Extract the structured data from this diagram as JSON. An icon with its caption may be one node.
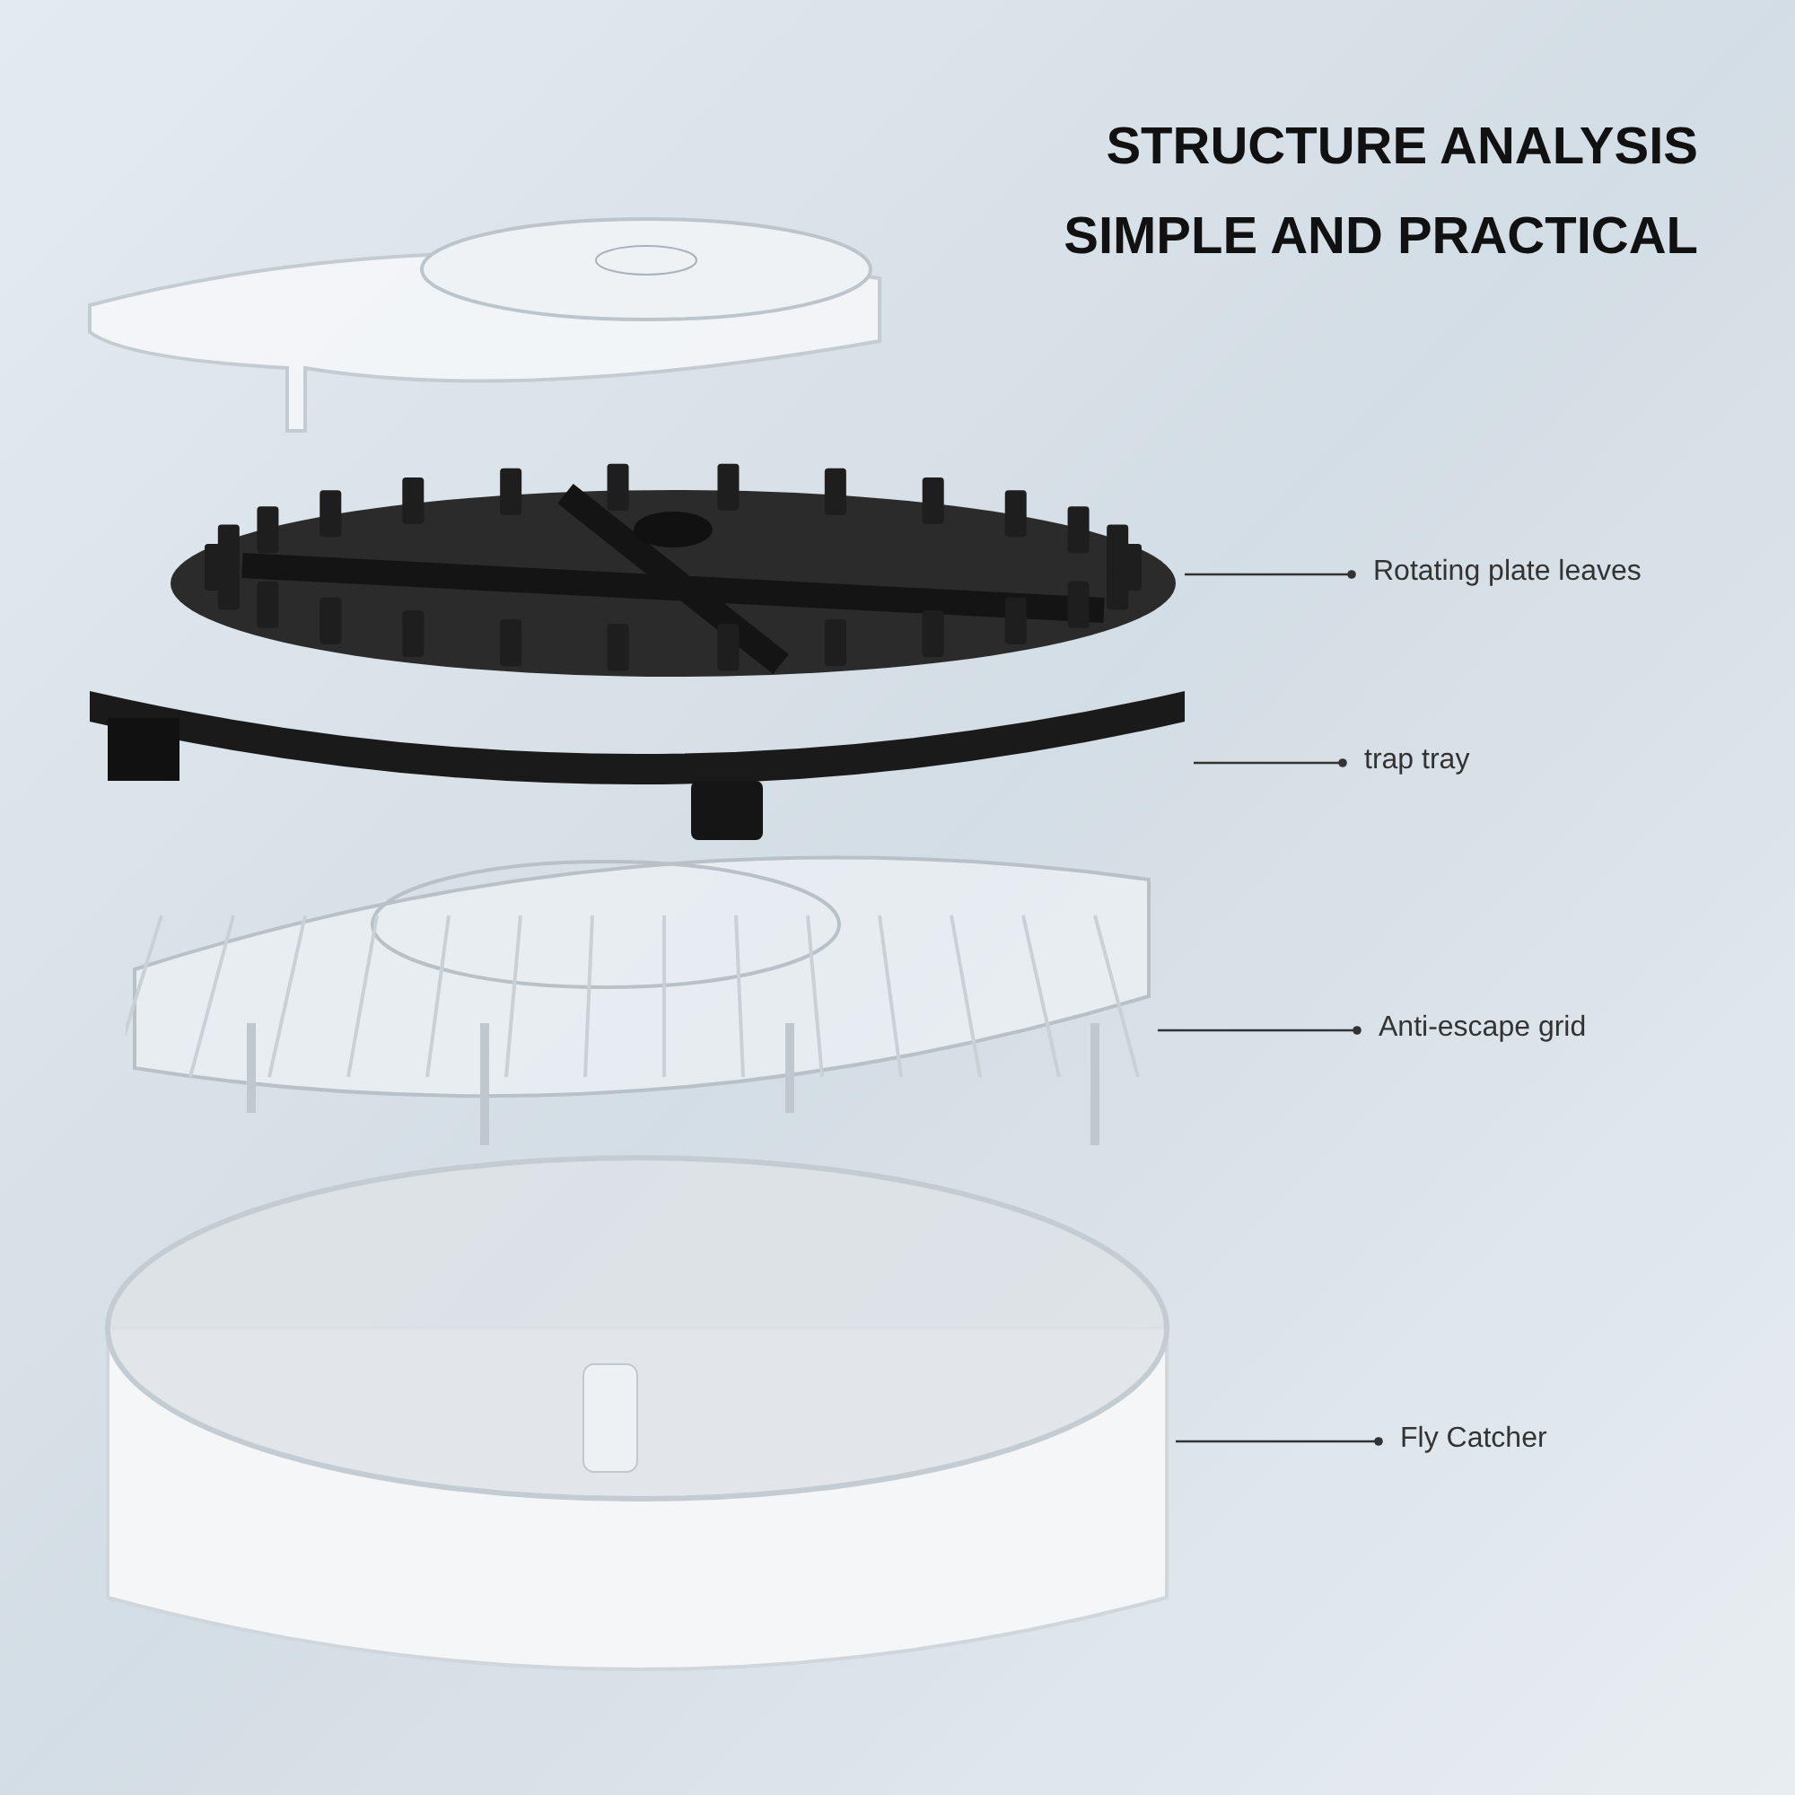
{
  "diagram": {
    "title": "STRUCTURE ANALYSIS",
    "nodes": [
      {
        "text": [
          "Rotating plate leaves"
        ]
      },
      {
        "text": [],
        "shape": "picture"
      },
      {
        "text": [
          "trap tray"
        ]
      },
      {
        "text": [],
        "shape": "picture"
      },
      {
        "text": [
          "Anti-escape grid"
        ]
      },
      {
        "text": [],
        "shape": "picture"
      },
      {
        "text": [
          "Fly Catcher"
        ]
      },
      {
        "text": [],
        "shape": "picture"
      }
    ],
    "edges": [
      {
        "from": 0,
        "to": 1,
        "arrow": "other"
      },
      {
        "from": 2,
        "to": 3,
        "arrow": "other"
      },
      {
        "from": 4,
        "to": 5,
        "arrow": "other"
      },
      {
        "from": 6,
        "to": 7,
        "arrow": "other"
      }
    ],
    "labels": [
      "SIMPLE AND PRACTICAL"
    ]
  }
}
